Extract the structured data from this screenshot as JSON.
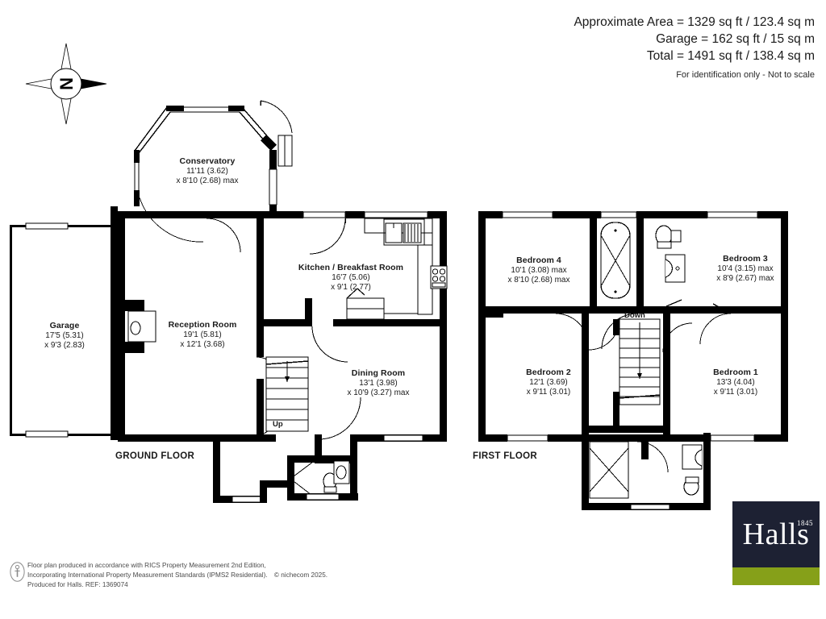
{
  "header": {
    "area_lines": [
      "Approximate Area = 1329 sq ft / 123.4 sq m",
      "Garage = 162 sq ft / 15 sq m",
      "Total = 1491 sq ft / 138.4 sq m"
    ],
    "note": "For identification only - Not to scale"
  },
  "floors": [
    {
      "id": "ground",
      "label": "GROUND FLOOR"
    },
    {
      "id": "first",
      "label": "FIRST FLOOR"
    }
  ],
  "rooms": [
    {
      "id": "conservatory",
      "name": "Conservatory",
      "dim1": "11'11 (3.62)",
      "dim2": "x 8'10 (2.68) max"
    },
    {
      "id": "garage",
      "name": "Garage",
      "dim1": "17'5 (5.31)",
      "dim2": "x 9'3 (2.83)"
    },
    {
      "id": "reception",
      "name": "Reception Room",
      "dim1": "19'1 (5.81)",
      "dim2": "x 12'1 (3.68)"
    },
    {
      "id": "kitchen",
      "name": "Kitchen / Breakfast Room",
      "dim1": "16'7 (5.06)",
      "dim2": "x 9'1 (2.77)"
    },
    {
      "id": "dining",
      "name": "Dining Room",
      "dim1": "13'1 (3.98)",
      "dim2": "x 10'9 (3.27) max"
    },
    {
      "id": "bedroom4",
      "name": "Bedroom 4",
      "dim1": "10'1 (3.08) max",
      "dim2": "x 8'10 (2.68) max"
    },
    {
      "id": "bedroom3",
      "name": "Bedroom 3",
      "dim1": "10'4 (3.15) max",
      "dim2": "x 8'9 (2.67) max"
    },
    {
      "id": "bedroom2",
      "name": "Bedroom 2",
      "dim1": "12'1 (3.69)",
      "dim2": "x 9'11 (3.01)"
    },
    {
      "id": "bedroom1",
      "name": "Bedroom 1",
      "dim1": "13'3 (4.04)",
      "dim2": "x 9'11 (3.01)"
    }
  ],
  "stairs": {
    "ground_direction": "Up",
    "first_direction": "Down"
  },
  "compass": {
    "north_letter": "N"
  },
  "logo": {
    "word": "Halls",
    "year": "1845"
  },
  "footer": {
    "line1": "Floor plan produced in accordance with RICS Property Measurement 2nd Edition,",
    "line2": "Incorporating International Property Measurement Standards (IPMS2 Residential).",
    "copyright": "© nichecom 2025.",
    "line3": "Produced for Halls.   REF: 1369074"
  },
  "colors": {
    "wall": "#000000",
    "logo_navy": "#1d2133",
    "logo_green": "#86a019",
    "text": "#1a1a1a"
  }
}
